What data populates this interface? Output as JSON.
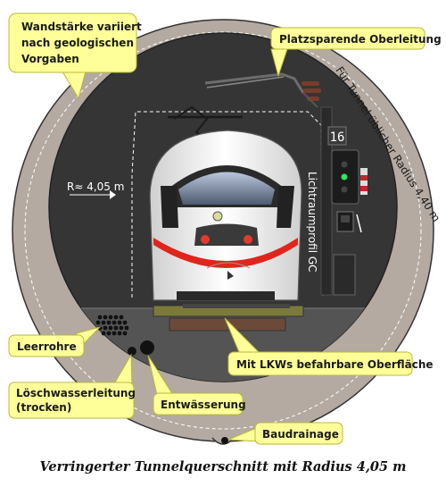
{
  "labels": {
    "wall_thickness": [
      "Wandstärke variiert",
      "nach geologischen",
      "Vorgaben"
    ],
    "catenary": "Platzsparende Oberleitung",
    "radius_outer": "Für Tunnel üblicher Radius 4,40 m",
    "radius_inner": "R≈ 4,05 m",
    "clearance_profile": "Lichtraumprofil GC",
    "signal_number": "16",
    "conduits": "Leerrohre",
    "truck_surface": "Mit LKWs befahrbare Oberfläche",
    "fire_water": [
      "Löschwasserleitung",
      "(trocken)"
    ],
    "drainage": "Entwässerung",
    "construction_drainage": "Baudrainage"
  },
  "caption": "Verringerter Tunnelquerschnitt mit Radius 4,05 m",
  "colors": {
    "callout_fill": "#ffff99",
    "callout_stroke": "#b8b83a",
    "tunnel_lining": "#b4aaa1",
    "tunnel_interior": "#353535",
    "floor": "#545454",
    "train_red": "#e0261c",
    "train_body": "#f5f5f5"
  },
  "icons": {
    "signal": "signal-light-icon",
    "catenary_insulator": "insulator-icon"
  }
}
